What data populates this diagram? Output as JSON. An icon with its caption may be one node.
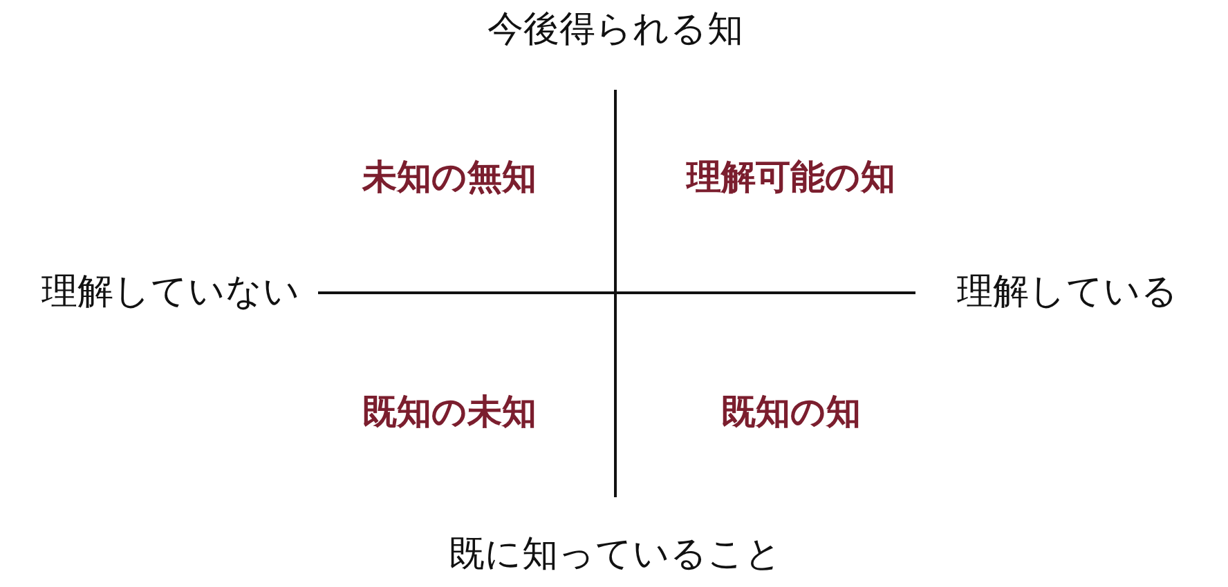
{
  "diagram": {
    "labels": [
      "今後得られる知",
      "未知の無知",
      "理解可能の知",
      "理解していない",
      "理解している",
      "既知の未知",
      "既知の知",
      "既に知っていること"
    ]
  }
}
